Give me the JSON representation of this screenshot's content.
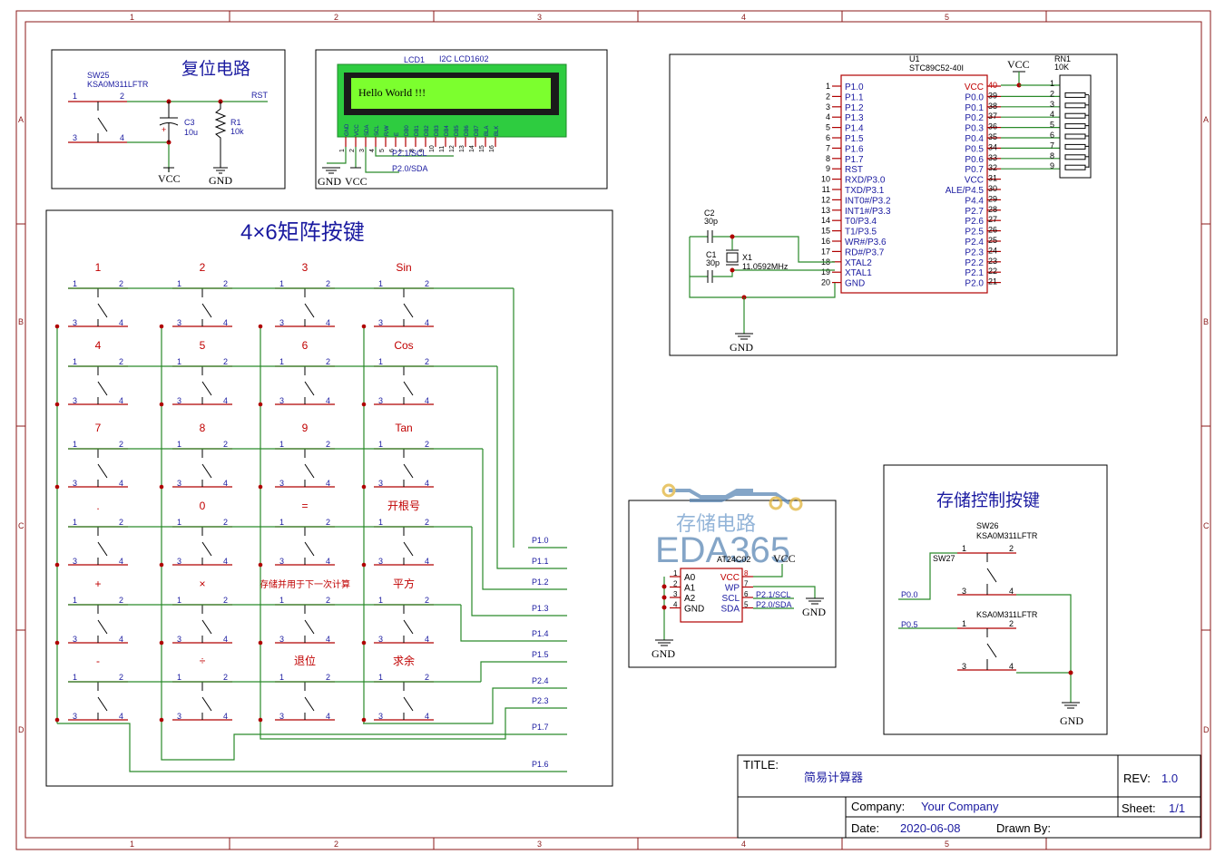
{
  "frame": {
    "cols": [
      "1",
      "2",
      "3",
      "4",
      "5"
    ],
    "rows": [
      "A",
      "B",
      "C",
      "D"
    ]
  },
  "reset": {
    "title": "复位电路",
    "sw_ref": "SW25",
    "sw_part": "KSA0M311LFTR",
    "c_ref": "C3",
    "c_val": "10u",
    "r_ref": "R1",
    "r_val": "10k",
    "rst": "RST",
    "vcc": "VCC",
    "gnd": "GND",
    "pins": [
      "1",
      "2",
      "3",
      "4"
    ]
  },
  "lcd": {
    "ref": "LCD1",
    "part": "I2C LCD1602",
    "screen_text": "Hello World !!!",
    "pin_names": [
      "GND",
      "VCC",
      "SDA",
      "SCL",
      "R/W",
      "E",
      "DB0",
      "DB1",
      "DB2",
      "DB3",
      "DB4",
      "DB5",
      "DB6",
      "DB7",
      "BLA",
      "BLK"
    ],
    "pin_nums": [
      "1",
      "2",
      "3",
      "4",
      "5",
      "6",
      "7",
      "8",
      "9",
      "10",
      "11",
      "12",
      "13",
      "14",
      "15",
      "16"
    ],
    "scl_net": "P2.1/SCL",
    "sda_net": "P2.0/SDA",
    "gnd": "GND",
    "vcc": "VCC"
  },
  "mcu": {
    "ref": "U1",
    "part": "STC89C52-40I",
    "left": [
      {
        "num": "1",
        "name": "P1.0"
      },
      {
        "num": "2",
        "name": "P1.1"
      },
      {
        "num": "3",
        "name": "P1.2"
      },
      {
        "num": "4",
        "name": "P1.3"
      },
      {
        "num": "5",
        "name": "P1.4"
      },
      {
        "num": "6",
        "name": "P1.5"
      },
      {
        "num": "7",
        "name": "P1.6"
      },
      {
        "num": "8",
        "name": "P1.7"
      },
      {
        "num": "9",
        "name": "RST"
      },
      {
        "num": "10",
        "name": "RXD/P3.0"
      },
      {
        "num": "11",
        "name": "TXD/P3.1"
      },
      {
        "num": "12",
        "name": "INT0#/P3.2"
      },
      {
        "num": "13",
        "name": "INT1#/P3.3"
      },
      {
        "num": "14",
        "name": "T0/P3.4"
      },
      {
        "num": "15",
        "name": "T1/P3.5"
      },
      {
        "num": "16",
        "name": "WR#/P3.6"
      },
      {
        "num": "17",
        "name": "RD#/P3.7"
      },
      {
        "num": "18",
        "name": "XTAL2"
      },
      {
        "num": "19",
        "name": "XTAL1"
      },
      {
        "num": "20",
        "name": "GND"
      }
    ],
    "right": [
      {
        "num": "40",
        "name": "VCC"
      },
      {
        "num": "39",
        "name": "P0.0"
      },
      {
        "num": "38",
        "name": "P0.1"
      },
      {
        "num": "37",
        "name": "P0.2"
      },
      {
        "num": "36",
        "name": "P0.3"
      },
      {
        "num": "35",
        "name": "P0.4"
      },
      {
        "num": "34",
        "name": "P0.5"
      },
      {
        "num": "33",
        "name": "P0.6"
      },
      {
        "num": "32",
        "name": "P0.7"
      },
      {
        "num": "31",
        "name": "VCC"
      },
      {
        "num": "30",
        "name": "ALE/P4.5"
      },
      {
        "num": "29",
        "name": "P4.4"
      },
      {
        "num": "28",
        "name": "P2.7"
      },
      {
        "num": "27",
        "name": "P2.6"
      },
      {
        "num": "26",
        "name": "P2.5"
      },
      {
        "num": "25",
        "name": "P2.4"
      },
      {
        "num": "24",
        "name": "P2.3"
      },
      {
        "num": "23",
        "name": "P2.2"
      },
      {
        "num": "22",
        "name": "P2.1"
      },
      {
        "num": "21",
        "name": "P2.0"
      }
    ],
    "vcc": "VCC",
    "rn_ref": "RN1",
    "rn_val": "10K",
    "rn_pins": [
      "1",
      "2",
      "3",
      "4",
      "5",
      "6",
      "7",
      "8",
      "9"
    ],
    "c2_ref": "C2",
    "c2_val": "30p",
    "c1_ref": "C1",
    "c1_val": "30p",
    "x_ref": "X1",
    "x_val": "11.0592MHz",
    "gnd": "GND"
  },
  "keypad": {
    "title": "4×6矩阵按键",
    "keys": [
      [
        "1",
        "2",
        "3",
        "Sin"
      ],
      [
        "4",
        "5",
        "6",
        "Cos"
      ],
      [
        "7",
        "8",
        "9",
        "Tan"
      ],
      [
        ".",
        "0",
        "=",
        "开根号"
      ],
      [
        "+",
        "×",
        "存储并用于下一次计算",
        "平方"
      ],
      [
        "-",
        "÷",
        "退位",
        "求余"
      ]
    ],
    "pins": [
      "1",
      "2",
      "3",
      "4"
    ],
    "nets": [
      "P1.0",
      "P1.1",
      "P1.2",
      "P1.3",
      "P1.4",
      "P1.5",
      "P2.4",
      "P2.3",
      "P1.7",
      "P1.6"
    ]
  },
  "eeprom": {
    "watermark_top": "存储电路",
    "watermark_main": "EDA365",
    "vcc": "VCC",
    "ref": "AT24C02",
    "left": [
      {
        "num": "1",
        "name": "A0"
      },
      {
        "num": "2",
        "name": "A1"
      },
      {
        "num": "3",
        "name": "A2"
      },
      {
        "num": "4",
        "name": "GND"
      }
    ],
    "right": [
      {
        "num": "8",
        "name": "VCC"
      },
      {
        "num": "7",
        "name": "WP"
      },
      {
        "num": "6",
        "name": "SCL"
      },
      {
        "num": "5",
        "name": "SDA"
      }
    ],
    "scl_net": "P2.1/SCL",
    "sda_net": "P2.0/SDA",
    "gnd": "GND",
    "gnd2": "GND"
  },
  "storage": {
    "title": "存储控制按键",
    "sw26_ref": "SW26",
    "sw26_part": "KSA0M311LFTR",
    "sw27_ref": "SW27",
    "sw27_part": "KSA0M311LFTR",
    "net1": "P0.0",
    "net2": "P0.5",
    "pins": [
      "1",
      "2",
      "3",
      "4"
    ],
    "gnd": "GND"
  },
  "titleblock": {
    "title_label": "TITLE:",
    "title": "简易计算器",
    "rev_label": "REV:",
    "rev": "1.0",
    "company_label": "Company:",
    "company": "Your Company",
    "sheet_label": "Sheet:",
    "sheet": "1/1",
    "date_label": "Date:",
    "date": "2020-06-08",
    "drawn_label": "Drawn By:"
  }
}
